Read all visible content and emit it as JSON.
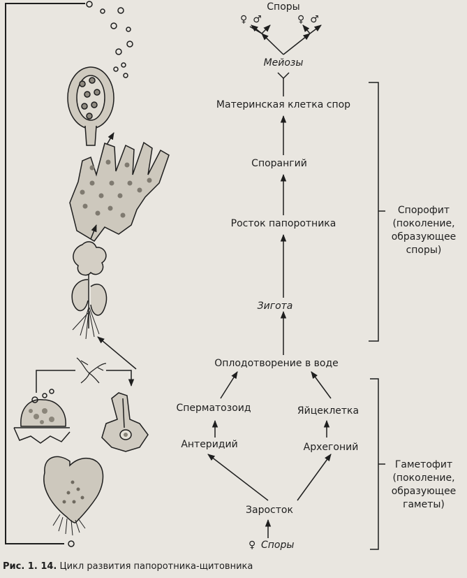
{
  "chain": {
    "spores_top": "Споры",
    "meiosis": "Мейозы",
    "mother_cell": "Материнская клетка спор",
    "sporangium": "Спорангий",
    "fern_shoot": "Росток папоротника",
    "zygote": "Зигота",
    "fertilization": "Оплодотворение в воде",
    "spermatozoid": "Сперматозоид",
    "egg_cell": "Яйцеклетка",
    "antheridium": "Антеридий",
    "archegonium": "Архегоний",
    "prothallus": "Заросток",
    "spores_bottom": "Споры"
  },
  "symbols": {
    "female_male_pair": "♀♂",
    "female_male_bottom": "♀"
  },
  "generations": {
    "sporophyte": [
      "Спорофит",
      "(поколение,",
      "образующее",
      "споры)"
    ],
    "gametophyte": [
      "Гаметофит",
      "(поколение,",
      "образующее",
      "гаметы)"
    ]
  },
  "caption": {
    "prefix": "Рис.  1. 14.",
    "text": "Цикл развития папоротника-щитовника"
  },
  "colors": {
    "ink": "#1e1e1e",
    "paper": "#e9e6e0"
  }
}
